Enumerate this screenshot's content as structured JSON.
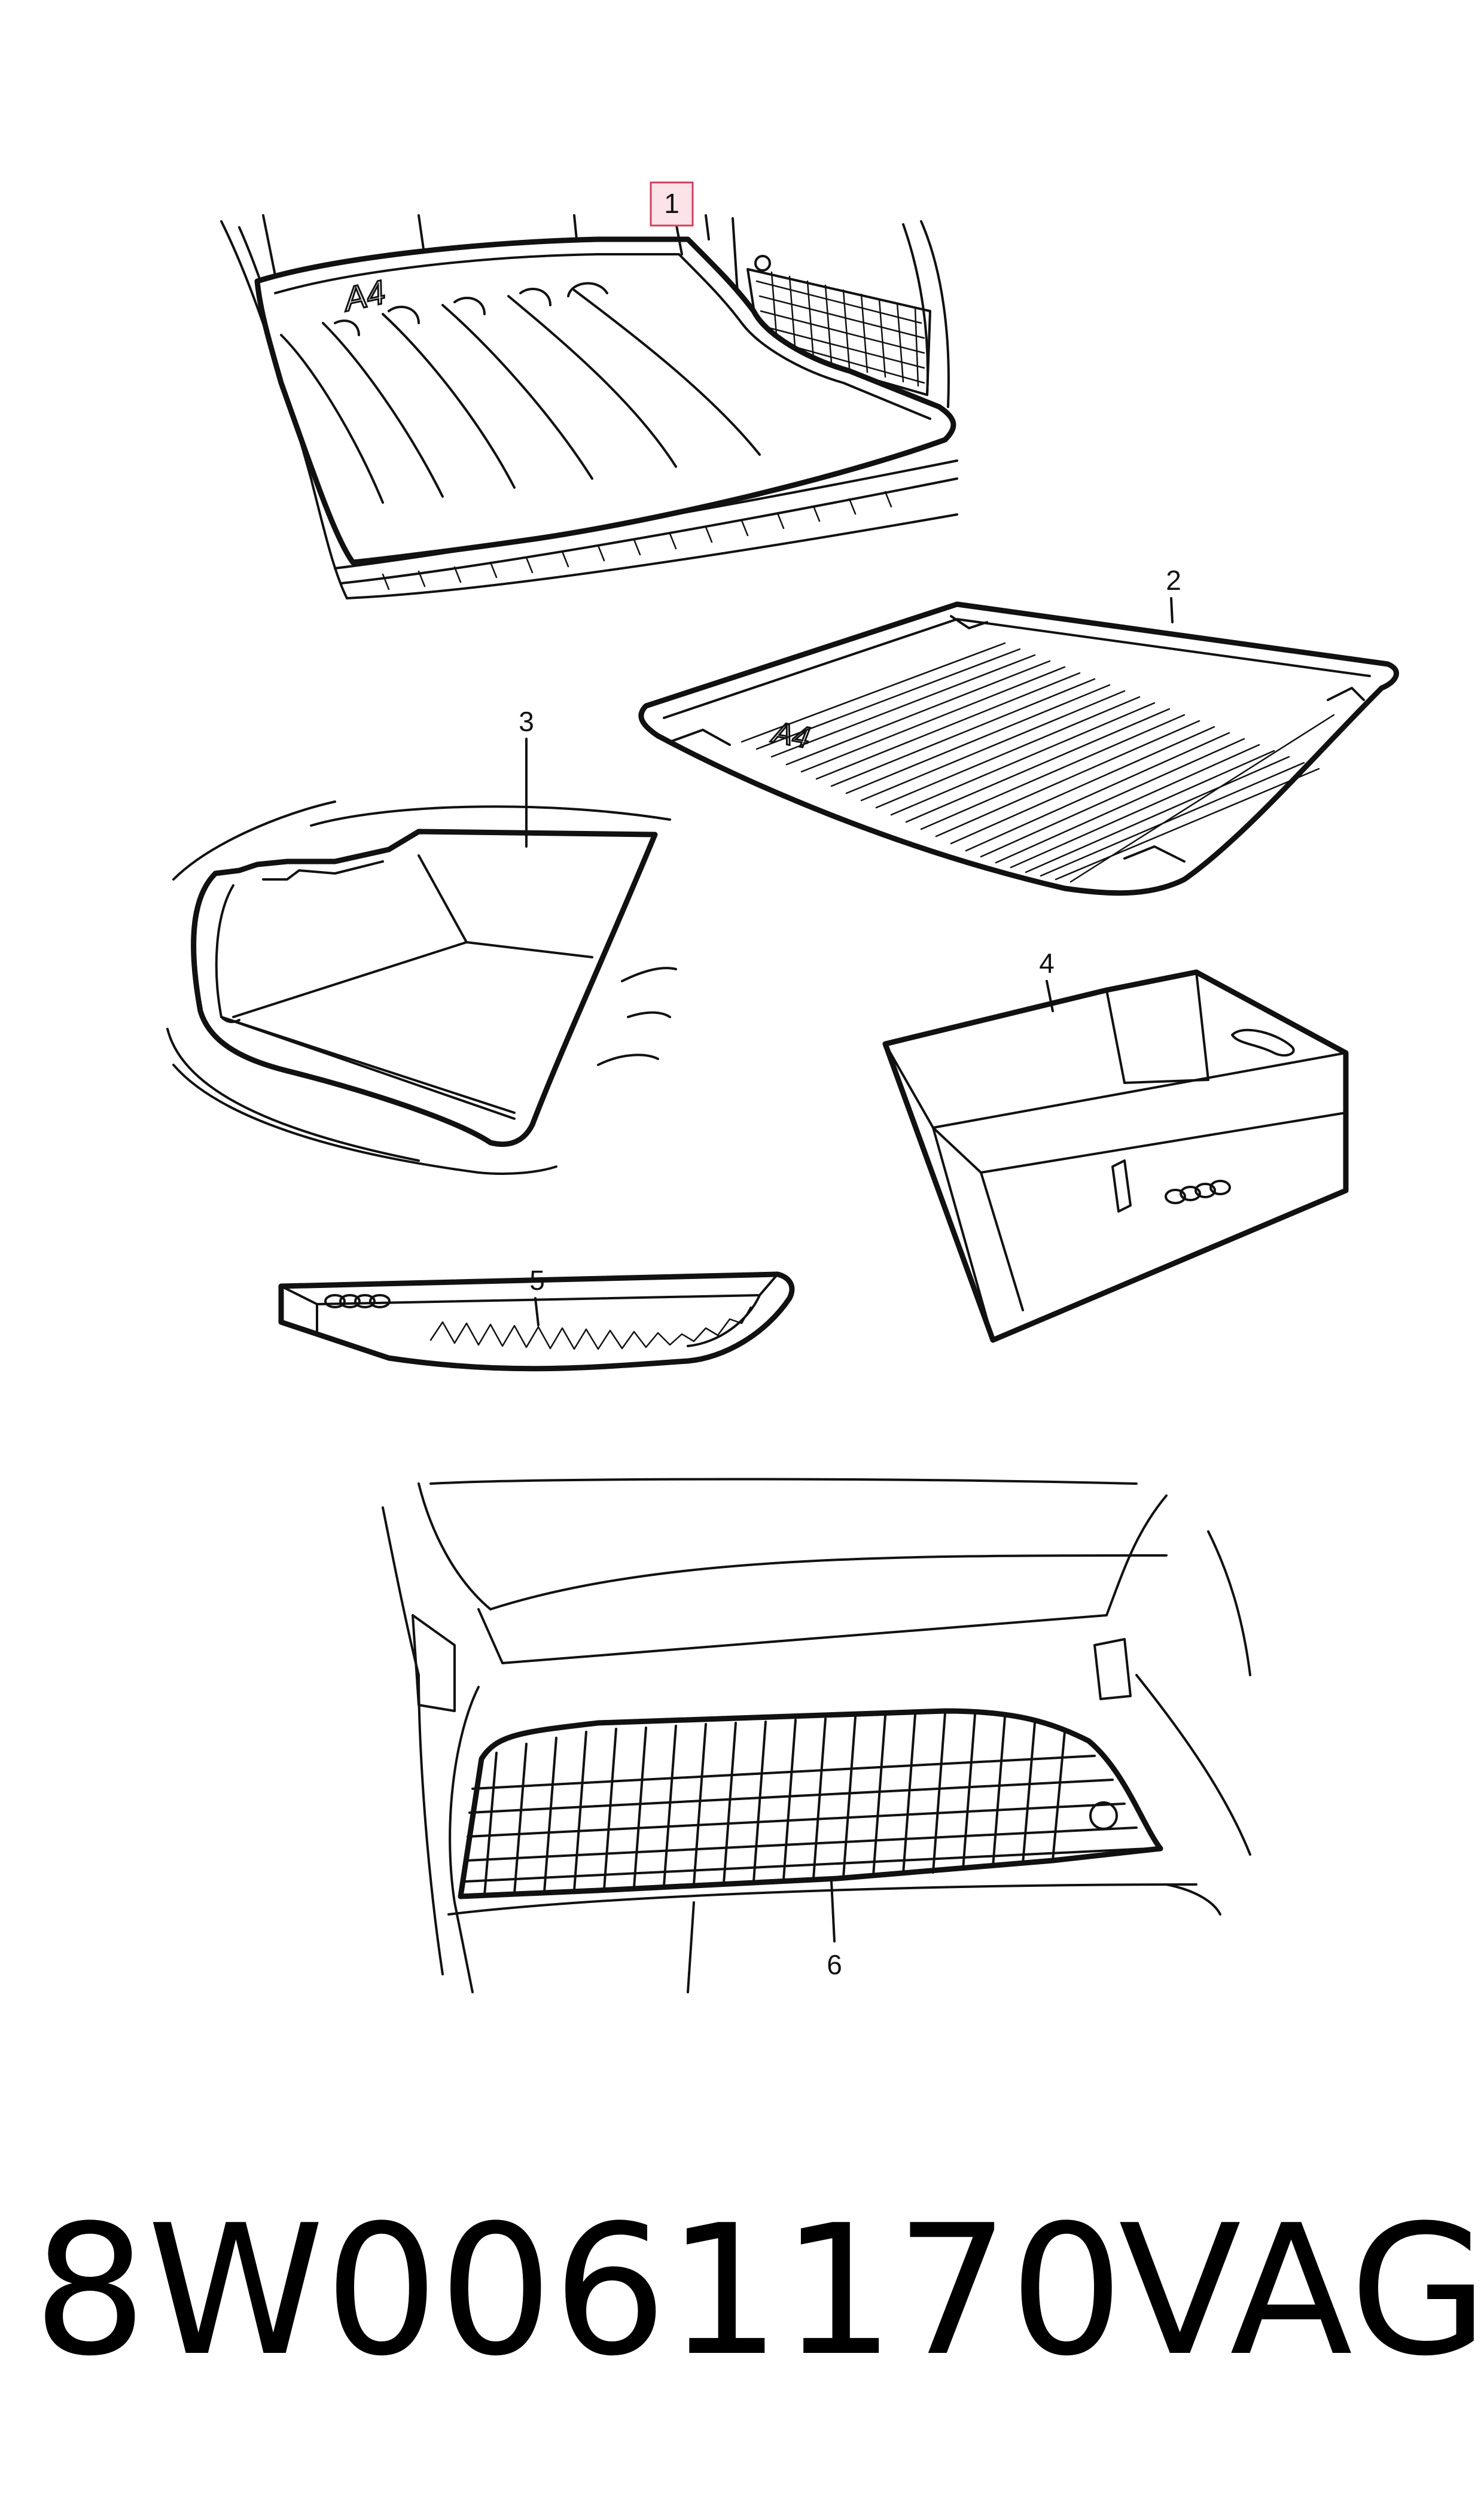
{
  "callouts": [
    {
      "id": "1",
      "label": "1",
      "highlighted": true
    },
    {
      "id": "2",
      "label": "2"
    },
    {
      "id": "3",
      "label": "3"
    },
    {
      "id": "4",
      "label": "4"
    },
    {
      "id": "5",
      "label": "5"
    },
    {
      "id": "6",
      "label": "6"
    }
  ],
  "embossed": {
    "mat_model": "A4"
  },
  "caption": {
    "part_number": "8W0061170",
    "brand": "VAG"
  },
  "colors": {
    "line": "#111111",
    "highlight_stroke": "#d04060",
    "highlight_fill": "#fbe3e8"
  }
}
